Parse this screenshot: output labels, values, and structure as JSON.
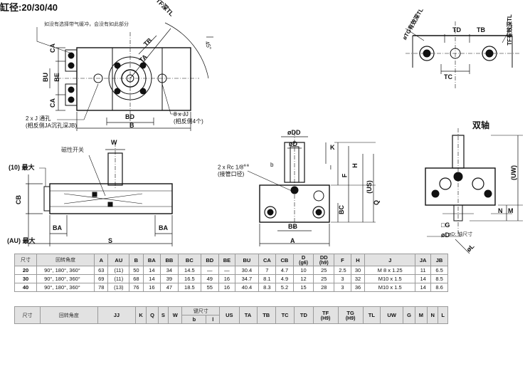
{
  "page": {
    "title": "缸径:20/30/40",
    "double_shaft": "双轴"
  },
  "top_left": {
    "note_adjust": "如没有选择带气缓冲，会没有如此部分",
    "tf_top": "TF深TL",
    "angle": "45°",
    "ca1": "CA",
    "bu": "BU",
    "be": "BE",
    "ca2": "CA",
    "ta": "TA",
    "tb": "TB",
    "bd": "BD",
    "b": "B",
    "hole_left_1": "2 x J 通孔",
    "hole_left_2": "(相反侧JA沉孔深JB)",
    "hole_right_1": "8 x JJ",
    "hole_right_2": "(相反侧4个)"
  },
  "top_right": {
    "tg": "øTG有效深TL",
    "td": "TD",
    "tb": "TB",
    "tc": "TC",
    "tf": "TF有效深TL"
  },
  "mid_left": {
    "w": "W",
    "magnetic": "磁性开关",
    "ten": "(10) 最大",
    "cb": "CB",
    "ba1": "BA",
    "ba2": "BA",
    "au": "(AU) 最大",
    "s": "S"
  },
  "mid_center": {
    "dd": "øDD",
    "d": "øD",
    "k": "K",
    "rc_1": "2 x Rc 1/8",
    "rc_star": "※※",
    "rc_2": "(接管口径)",
    "b_small": "b",
    "l": "l",
    "f": "F",
    "h": "H",
    "us": "(US)",
    "q": "Q",
    "bc": "BC",
    "bb": "BB",
    "a": "A"
  },
  "right": {
    "uw": "(UW)",
    "n": "N",
    "m": "M",
    "g": "□G",
    "od": "øD",
    "key": "øD: 轴尺寸",
    "ol": "øL"
  },
  "table1": {
    "headers": [
      "尺寸",
      "回转角度",
      "A",
      "AU",
      "B",
      "BA",
      "BB",
      "BC",
      "BD",
      "BE",
      "BU",
      "CA",
      "CB",
      "D",
      "DD",
      "F",
      "H",
      "J",
      "JA",
      "JB"
    ],
    "sub_headers": {
      "D": "(g6)",
      "DD": "(h9)"
    },
    "rows": [
      [
        "20",
        "90°, 180°, 360°",
        "63",
        "(11)",
        "50",
        "14",
        "34",
        "14.5",
        "—",
        "—",
        "30.4",
        "7",
        "4.7",
        "10",
        "25",
        "2.5",
        "30",
        "M 8 x 1.25",
        "11",
        "6.5"
      ],
      [
        "30",
        "90°, 180°, 360°",
        "69",
        "(11)",
        "68",
        "14",
        "39",
        "16.5",
        "49",
        "16",
        "34.7",
        "8.1",
        "4.9",
        "12",
        "25",
        "3",
        "32",
        "M10 x 1.5",
        "14",
        "8.5"
      ],
      [
        "40",
        "90°, 180°, 360°",
        "78",
        "(13)",
        "76",
        "16",
        "47",
        "18.5",
        "55",
        "16",
        "40.4",
        "8.3",
        "5.2",
        "15",
        "28",
        "3",
        "36",
        "M10 x 1.5",
        "14",
        "8.6"
      ]
    ]
  },
  "table2": {
    "col_size": "尺寸",
    "col_angle": "回转角度",
    "keyway": "键尺寸",
    "keyway_b": "b",
    "keyway_l": "l",
    "cols_before": [
      "JJ",
      "K",
      "Q",
      "S",
      "W"
    ],
    "cols_after": [
      "US",
      "TA",
      "TB",
      "TC",
      "TD",
      "TF",
      "TG",
      "TL",
      "UW",
      "G",
      "M",
      "N",
      "L"
    ],
    "sub_headers": {
      "TF": "(H9)",
      "TG": "(H9)"
    }
  }
}
